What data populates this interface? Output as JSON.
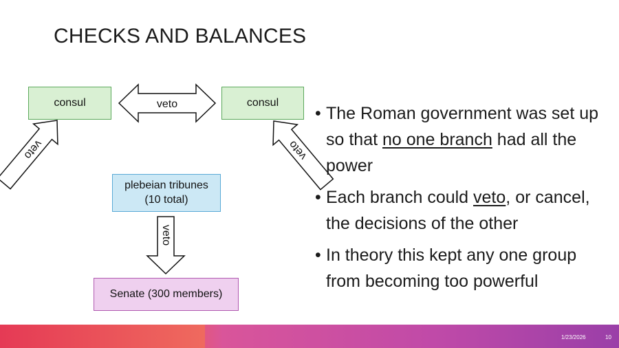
{
  "slide": {
    "title": "CHECKS AND BALANCES",
    "date": "1/23/2026",
    "page_number": "10"
  },
  "diagram": {
    "consul_left": "consul",
    "consul_right": "consul",
    "tribunes_line1": "plebeian tribunes",
    "tribunes_line2": "(10 total)",
    "senate": "Senate (300 members)",
    "arrow_top_label": "veto",
    "arrow_left_label": "veto",
    "arrow_right_label": "veto",
    "arrow_down_label": "veto",
    "colors": {
      "consul_fill": "#d9f0d3",
      "consul_border": "#5aa85a",
      "tribunes_fill": "#cce8f5",
      "tribunes_border": "#58a9d6",
      "senate_fill": "#efd0ef",
      "senate_border": "#b05ab0"
    }
  },
  "bullets": [
    {
      "pre": "The Roman government was set up so that ",
      "u": "no one branch",
      "post": " had all the power"
    },
    {
      "pre": "Each branch could ",
      "u": "veto",
      "post": ", or cancel, the decisions of the other"
    },
    {
      "pre": "In theory this kept any one group from becoming too powerful",
      "u": "",
      "post": ""
    }
  ]
}
